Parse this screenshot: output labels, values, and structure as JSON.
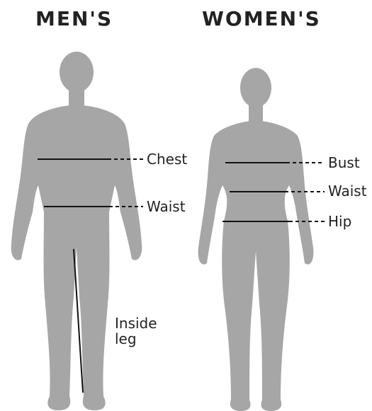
{
  "headings": {
    "men": "MEN'S",
    "women": "WOMEN'S"
  },
  "men_labels": {
    "chest": "Chest",
    "waist": "Waist",
    "inside_leg_line1": "Inside",
    "inside_leg_line2": "leg"
  },
  "women_labels": {
    "bust": "Bust",
    "waist": "Waist",
    "hip": "Hip"
  },
  "colors": {
    "silhouette": "#a6a6a6",
    "lines": "#111111",
    "text": "#222222",
    "background": "#ffffff"
  }
}
